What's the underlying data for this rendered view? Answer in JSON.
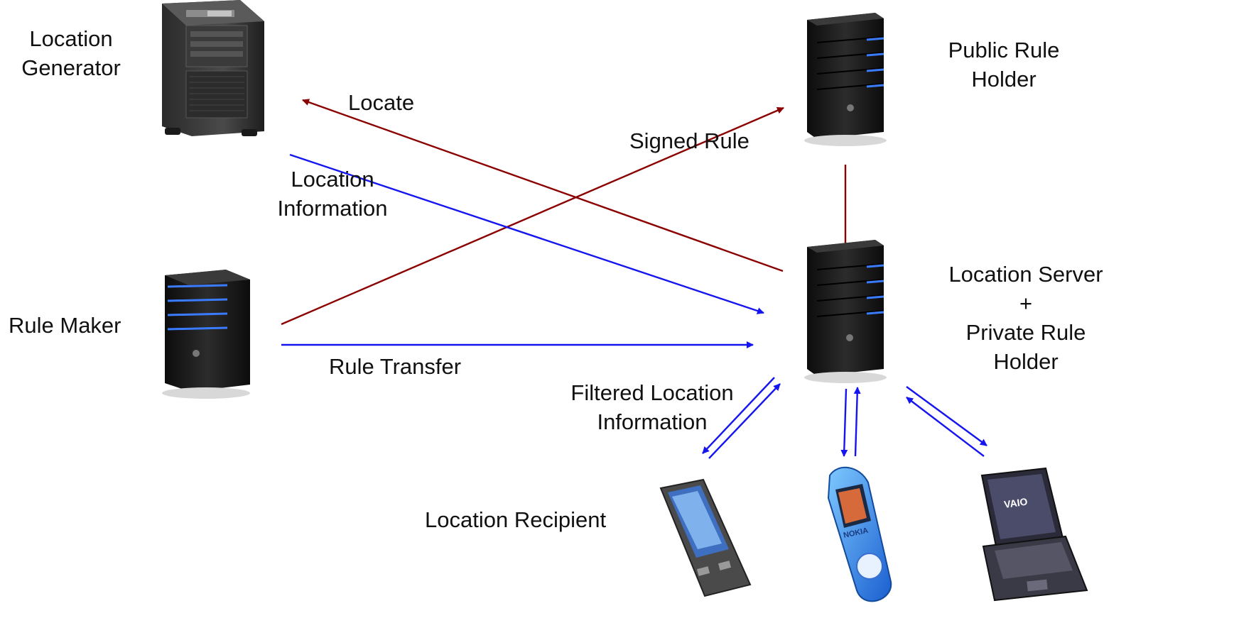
{
  "colors": {
    "dark_red_arrow": "#8b0000",
    "blue_arrow": "#1515f0",
    "server_body": "#1a1a1a",
    "led_blue": "#3a7bff",
    "background": "#ffffff"
  },
  "nodes": {
    "location_generator": {
      "label": "Location\nGenerator",
      "icon": "tower-server-icon"
    },
    "public_rule_holder": {
      "label": "Public Rule\nHolder",
      "icon": "server-icon"
    },
    "rule_maker": {
      "label": "Rule Maker",
      "icon": "server-icon"
    },
    "location_server": {
      "label": "Location Server\n+\nPrivate Rule\nHolder",
      "icon": "server-icon"
    },
    "location_recipient": {
      "label": "Location Recipient",
      "icons": [
        "pda-icon",
        "mobile-phone-icon",
        "laptop-icon"
      ],
      "laptop_brand": "VAIO",
      "phone_brand": "NOKIA"
    }
  },
  "edges": {
    "locate": "Locate",
    "signed_rule": "Signed Rule",
    "location_information": "Location\nInformation",
    "rule_transfer": "Rule Transfer",
    "filtered_location_information": "Filtered Location\nInformation"
  }
}
